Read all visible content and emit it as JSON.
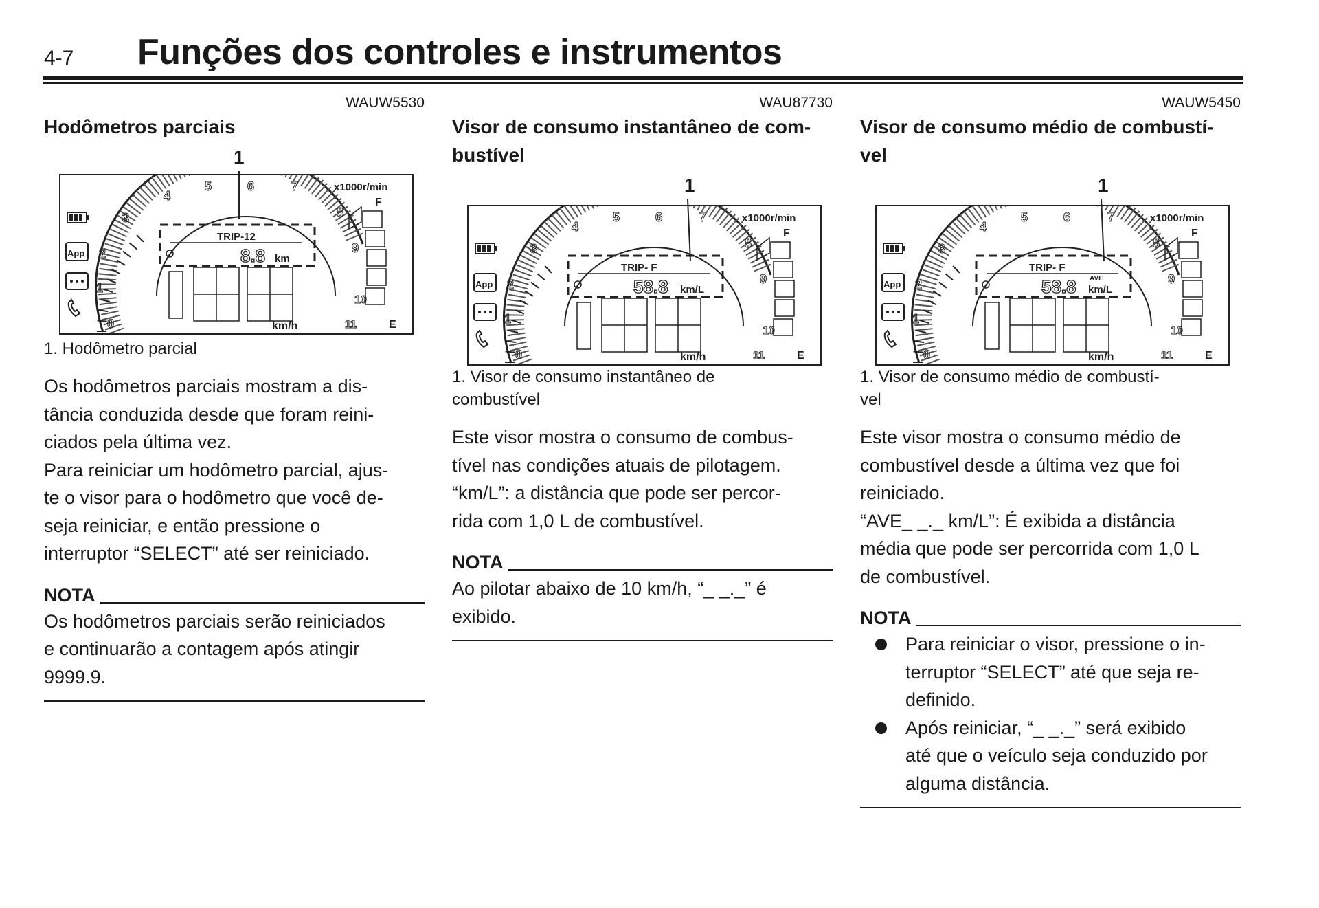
{
  "header": {
    "page_number": "4-7",
    "title": "Funções dos controles e instrumentos"
  },
  "col1": {
    "code": "WAUW5530",
    "heading": "Hodômetros parciais",
    "figure": {
      "callout": "1",
      "trip_label": "TRIP-12",
      "value": "8.8",
      "unit": "km",
      "rpm_unit": "x1000r/min",
      "speed_unit": "km/h",
      "app_label": "App"
    },
    "caption": [
      "1. Hodômetro parcial"
    ],
    "body": [
      "Os hodômetros parciais mostram a dis-",
      "tância conduzida desde que foram reini-",
      "ciados pela última vez.",
      "Para reiniciar um hodômetro parcial, ajus-",
      "te o visor para o hodômetro que você de-",
      "seja reiniciar, e então pressione o",
      "interruptor “SELECT” até ser reiniciado."
    ],
    "nota_label": "NOTA",
    "nota": [
      "Os hodômetros parciais serão reiniciados",
      "e continuarão a contagem após atingir",
      "9999.9."
    ]
  },
  "col2": {
    "code": "WAU87730",
    "heading": [
      "Visor de consumo instantâneo de com-",
      "bustível"
    ],
    "figure": {
      "callout": "1",
      "trip_label": "TRIP-  F",
      "value": "58.8",
      "unit": "km/L",
      "rpm_unit": "x1000r/min",
      "speed_unit": "km/h",
      "app_label": "App"
    },
    "caption": [
      "1. Visor de consumo instantâneo de",
      "combustível"
    ],
    "body": [
      "Este visor mostra o consumo de combus-",
      "tível nas condições atuais de pilotagem.",
      "“km/L”: a distância que pode ser percor-",
      "rida com 1,0 L de combustível."
    ],
    "nota_label": "NOTA",
    "nota": [
      "Ao pilotar abaixo de 10 km/h, “_ _._” é",
      "exibido."
    ]
  },
  "col3": {
    "code": "WAUW5450",
    "heading": [
      "Visor de consumo médio de combustí-",
      "vel"
    ],
    "figure": {
      "callout": "1",
      "trip_label": "TRIP-  F",
      "value": "58.8",
      "unit": "km/L",
      "ave_label": "AVE",
      "rpm_unit": "x1000r/min",
      "speed_unit": "km/h",
      "app_label": "App"
    },
    "caption": [
      "1. Visor de consumo médio de combustí-",
      "vel"
    ],
    "body": [
      "Este visor mostra o consumo médio de",
      "combustível desde a última vez que foi",
      "reiniciado.",
      "“AVE_ _._ km/L”: É exibida a distância",
      "média que pode ser percorrida com 1,0 L",
      "de combustível."
    ],
    "nota_label": "NOTA",
    "bullets": [
      [
        "Para reiniciar o visor, pressione o in-",
        "terruptor “SELECT” até que seja re-",
        "definido."
      ],
      [
        "Após reiniciar, “_ _._” será exibido",
        "até que o veículo seja conduzido por",
        "alguma distância."
      ]
    ]
  }
}
